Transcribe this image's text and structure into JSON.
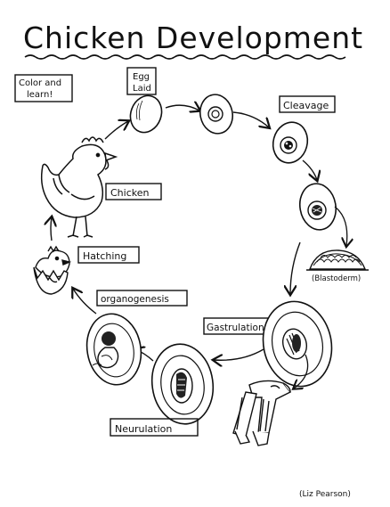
{
  "title": "Chicken Development",
  "color_note": [
    "Color and",
    "learn!"
  ],
  "stages": {
    "egg_laid": [
      "Egg",
      "Laid"
    ],
    "cleavage": "Cleavage",
    "blastoderm": "(Blastoderm)",
    "gastrulation": "Gastrulation",
    "neurulation": "Neurulation",
    "organogenesis": "organogenesis",
    "hatching": "Hatching",
    "chicken": "Chicken"
  },
  "credit": "(Liz Pearson)",
  "colors": {
    "ink": "#111111",
    "paper": "#ffffff"
  }
}
